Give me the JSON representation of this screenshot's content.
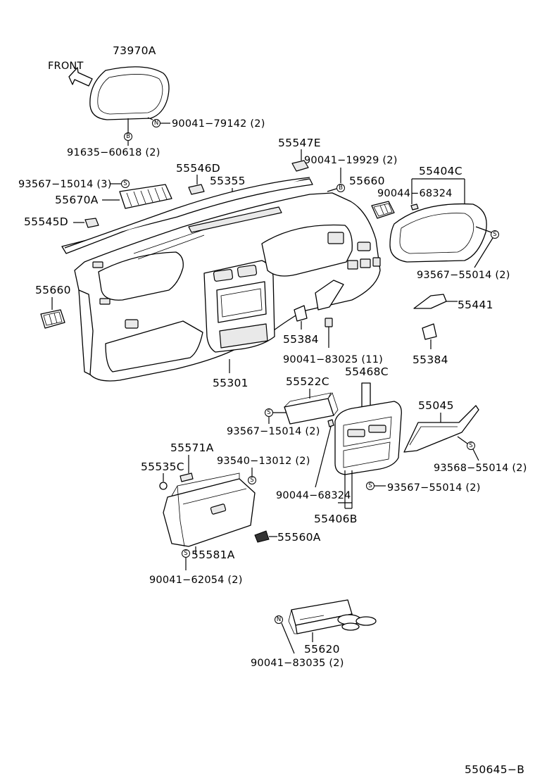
{
  "direction": {
    "front_label": "FRONT"
  },
  "symbols": {
    "n": "N",
    "s": "S",
    "b": "B"
  },
  "parts": {
    "p73970A": "73970A",
    "p90041_79142": "90041−79142 (2)",
    "p91635_60618": "91635−60618 (2)",
    "p55547E": "55547E",
    "p90041_19929": "90041−19929 (2)",
    "p55546D": "55546D",
    "p55355": "55355",
    "p93567_15014_3": "93567−15014 (3)",
    "p55670A": "55670A",
    "p55545D": "55545D",
    "p55660_top": "55660",
    "p55404C": "55404C",
    "p90044_68324_top": "90044−68324",
    "p93567_55014_top": "93567−55014 (2)",
    "p55660_left": "55660",
    "p55441": "55441",
    "p55384_mid": "55384",
    "p55384_right": "55384",
    "p90041_83025": "90041−83025 (11)",
    "p55301": "55301",
    "p55522C": "55522C",
    "p55468C": "55468C",
    "p55045": "55045",
    "p93567_15014_2": "93567−15014 (2)",
    "p55571A": "55571A",
    "p55535C": "55535C",
    "p93540_13012": "93540−13012 (2)",
    "p93568_55014": "93568−55014 (2)",
    "p90044_68324_bottom": "90044−68324",
    "p93567_55014_bottom": "93567−55014 (2)",
    "p55406B": "55406B",
    "p55560A": "55560A",
    "p55581A": "55581A",
    "p90041_62054": "90041−62054 (2)",
    "p55620": "55620",
    "p90041_83035": "90041−83035 (2)"
  },
  "diagram_code": "550645−B"
}
